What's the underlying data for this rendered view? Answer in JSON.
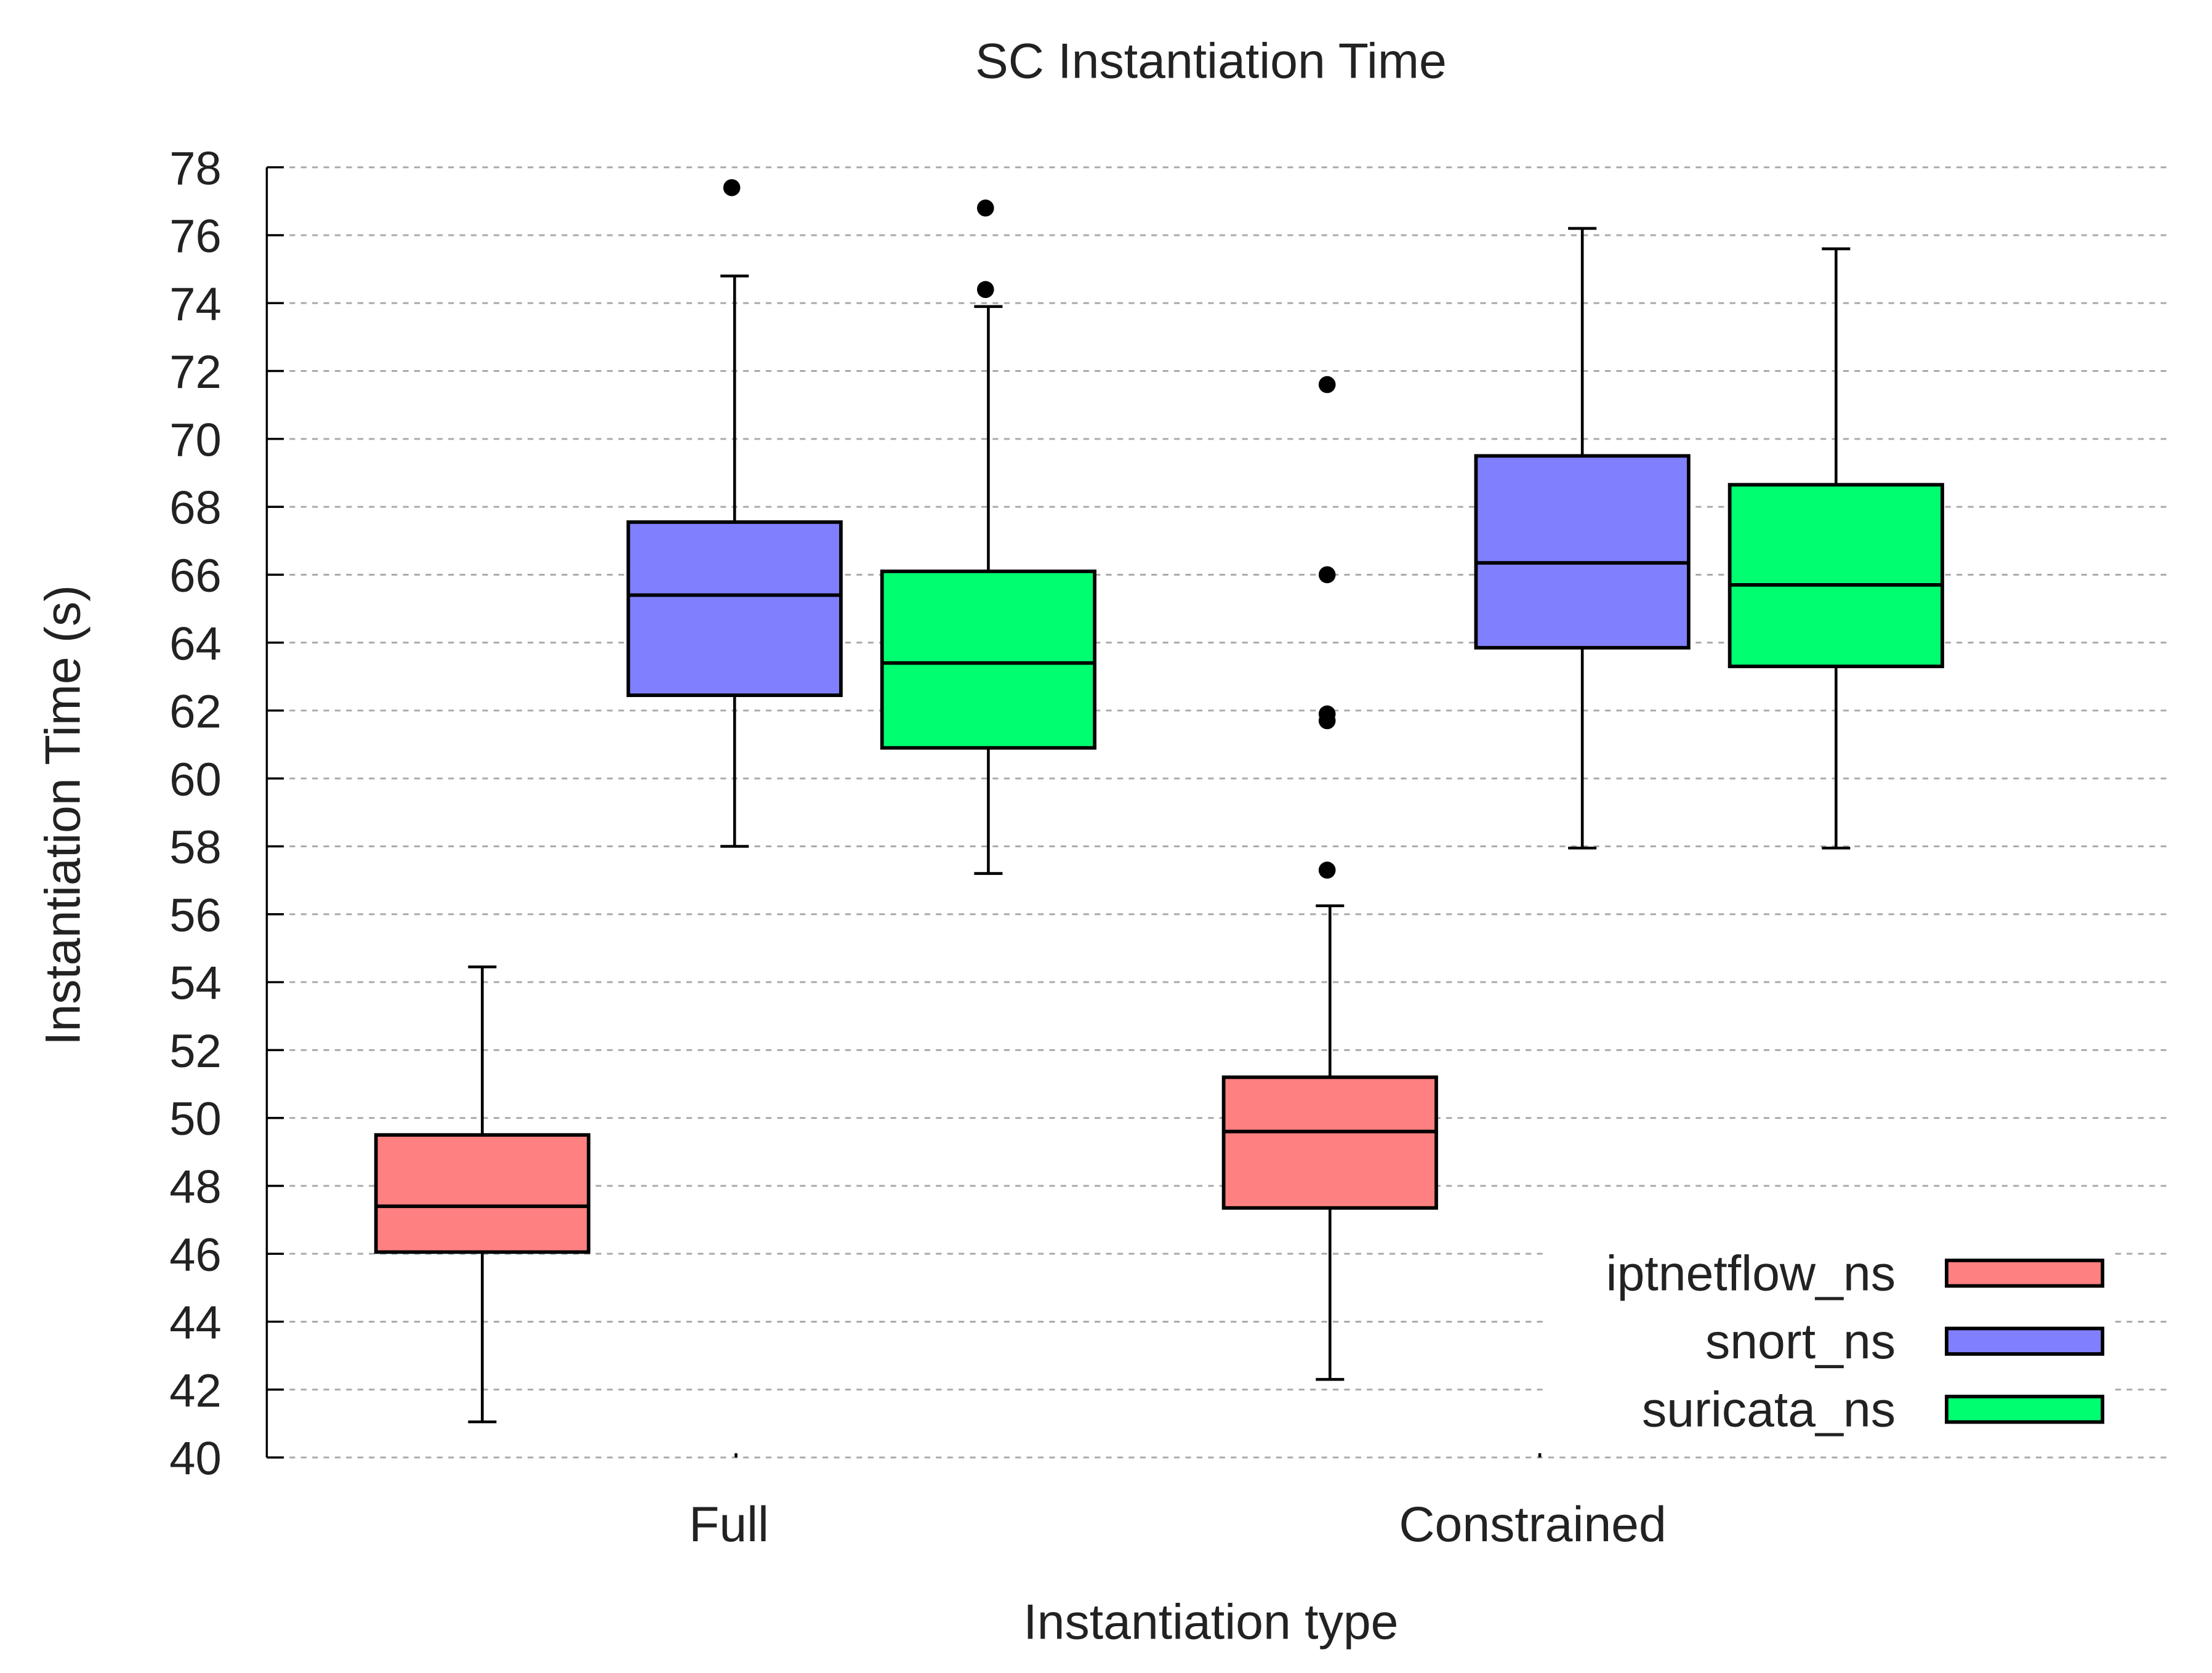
{
  "chart_data": {
    "type": "boxplot",
    "title": "SC Instantiation Time",
    "xlabel": "Instantiation type",
    "ylabel": "Instantiation Time (s)",
    "ylim": [
      40,
      78
    ],
    "yticks": [
      "40",
      "42",
      "44",
      "46",
      "48",
      "50",
      "52",
      "54",
      "56",
      "58",
      "60",
      "62",
      "64",
      "66",
      "68",
      "70",
      "72",
      "74",
      "76",
      "78"
    ],
    "categories": [
      "Full",
      "Constrained"
    ],
    "grid": true,
    "legend_position": "bottom-right",
    "series": [
      {
        "name": "iptnetflow_ns",
        "color": "#ff8080",
        "boxes": [
          {
            "whisker_low": 41.05,
            "q1": 46.05,
            "median": 47.4,
            "q3": 49.5,
            "whisker_high": 54.45,
            "outliers": []
          },
          {
            "whisker_low": 42.3,
            "q1": 47.35,
            "median": 49.6,
            "q3": 51.2,
            "whisker_high": 56.25,
            "outliers": [
              57.3,
              61.7,
              61.9,
              66.0,
              71.6
            ]
          }
        ]
      },
      {
        "name": "snort_ns",
        "color": "#8080ff",
        "boxes": [
          {
            "whisker_low": 58.0,
            "q1": 62.45,
            "median": 65.4,
            "q3": 67.55,
            "whisker_high": 74.8,
            "outliers": [
              77.4
            ]
          },
          {
            "whisker_low": 57.95,
            "q1": 63.85,
            "median": 66.35,
            "q3": 69.5,
            "whisker_high": 76.2,
            "outliers": []
          }
        ]
      },
      {
        "name": "suricata_ns",
        "color": "#00ff70",
        "boxes": [
          {
            "whisker_low": 57.2,
            "q1": 60.9,
            "median": 63.4,
            "q3": 66.1,
            "whisker_high": 73.9,
            "outliers": [
              74.4,
              76.8
            ]
          },
          {
            "whisker_low": 57.95,
            "q1": 63.3,
            "median": 65.7,
            "q3": 68.65,
            "whisker_high": 75.6,
            "outliers": []
          }
        ]
      }
    ]
  }
}
